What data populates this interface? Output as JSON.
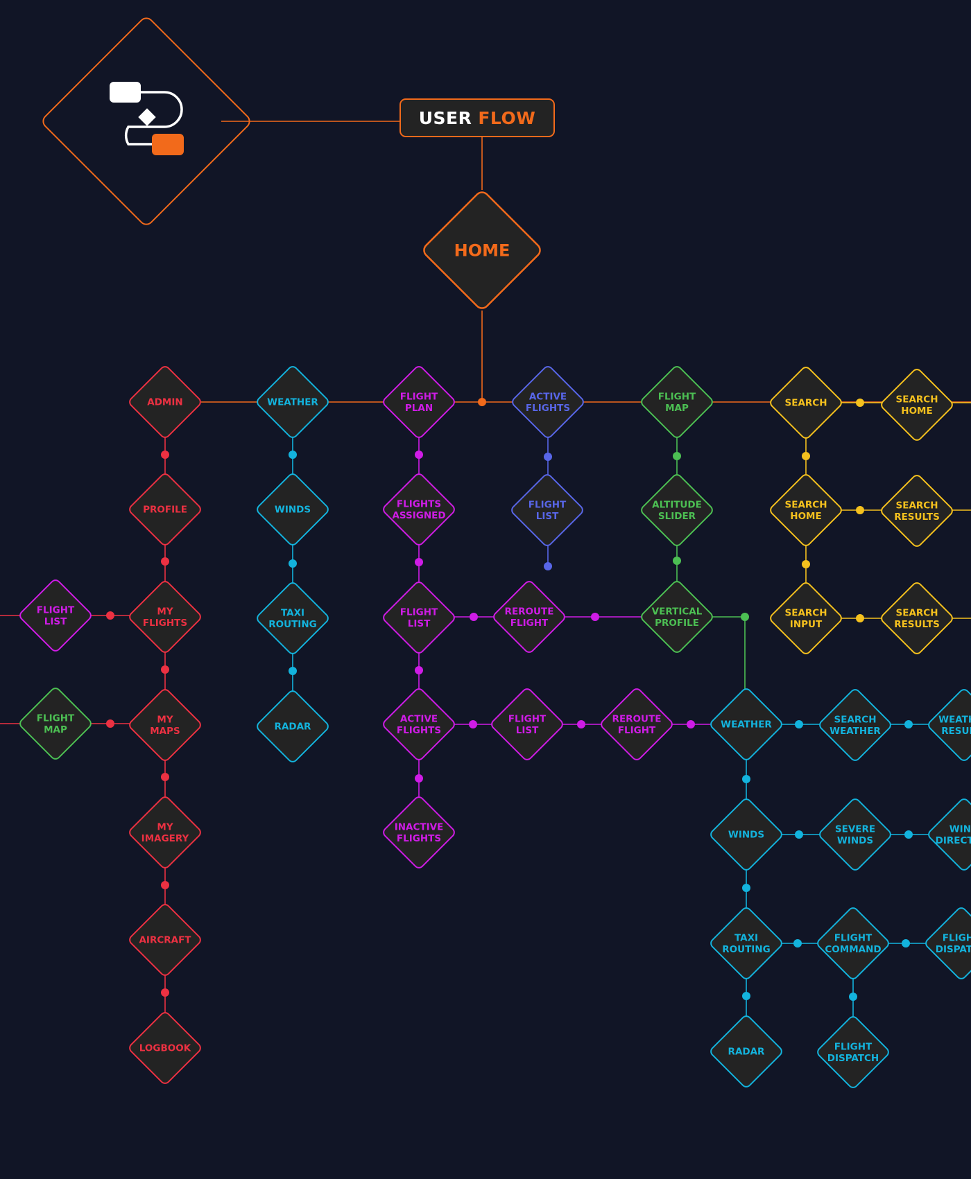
{
  "title": {
    "part1": "USER",
    "part2": "FLOW"
  },
  "colors": {
    "background": "#111526",
    "node_fill": "#232323",
    "orange": "#f26a1b",
    "red": "#ec3142",
    "cyan": "#13b3dd",
    "magenta": "#cf1ce6",
    "blue": "#5866e8",
    "green": "#4cbf53",
    "yellow": "#f5c11e"
  },
  "logo": {
    "icon": "user-flow-logo-icon"
  },
  "nodes": [
    {
      "id": "home",
      "label": [
        "HOME"
      ],
      "color": "orange"
    },
    {
      "id": "admin",
      "label": [
        "ADMIN"
      ],
      "color": "red"
    },
    {
      "id": "profile",
      "label": [
        "PROFILE"
      ],
      "color": "red"
    },
    {
      "id": "my-flights",
      "label": [
        "MY",
        "FLIGHTS"
      ],
      "color": "red"
    },
    {
      "id": "my-maps",
      "label": [
        "MY",
        "MAPS"
      ],
      "color": "red"
    },
    {
      "id": "my-imagery",
      "label": [
        "MY",
        "IMAGERY"
      ],
      "color": "red"
    },
    {
      "id": "aircraft",
      "label": [
        "AIRCRAFT"
      ],
      "color": "red"
    },
    {
      "id": "logbook",
      "label": [
        "LOGBOOK"
      ],
      "color": "red"
    },
    {
      "id": "admin-flight-list",
      "label": [
        "FLIGHT",
        "LIST"
      ],
      "color": "magenta"
    },
    {
      "id": "admin-flight-map",
      "label": [
        "FLIGHT",
        "MAP"
      ],
      "color": "green"
    },
    {
      "id": "weather",
      "label": [
        "WEATHER"
      ],
      "color": "cyan"
    },
    {
      "id": "winds",
      "label": [
        "WINDS"
      ],
      "color": "cyan"
    },
    {
      "id": "taxi-routing",
      "label": [
        "TAXI",
        "ROUTING"
      ],
      "color": "cyan"
    },
    {
      "id": "radar",
      "label": [
        "RADAR"
      ],
      "color": "cyan"
    },
    {
      "id": "flight-plan",
      "label": [
        "FLIGHT",
        "PLAN"
      ],
      "color": "magenta"
    },
    {
      "id": "flights-assigned",
      "label": [
        "FLIGHTS",
        "ASSIGNED"
      ],
      "color": "magenta"
    },
    {
      "id": "fp-flight-list",
      "label": [
        "FLIGHT",
        "LIST"
      ],
      "color": "magenta"
    },
    {
      "id": "fp-active-flights",
      "label": [
        "ACTIVE",
        "FLIGHTS"
      ],
      "color": "magenta"
    },
    {
      "id": "inactive-flights",
      "label": [
        "INACTIVE",
        "FLIGHTS"
      ],
      "color": "magenta"
    },
    {
      "id": "reroute-flight-1",
      "label": [
        "REROUTE",
        "FLIGHT"
      ],
      "color": "magenta"
    },
    {
      "id": "af-flight-list-2",
      "label": [
        "FLIGHT",
        "LIST"
      ],
      "color": "magenta"
    },
    {
      "id": "reroute-flight-2",
      "label": [
        "REROUTE",
        "FLIGHT"
      ],
      "color": "magenta"
    },
    {
      "id": "active-flights",
      "label": [
        "ACTIVE",
        "FLIGHTS"
      ],
      "color": "blue"
    },
    {
      "id": "af-flight-list",
      "label": [
        "FLIGHT",
        "LIST"
      ],
      "color": "blue"
    },
    {
      "id": "flight-map",
      "label": [
        "FLIGHT",
        "MAP"
      ],
      "color": "green"
    },
    {
      "id": "altitude-slider",
      "label": [
        "ALTITUDE",
        "SLIDER"
      ],
      "color": "green"
    },
    {
      "id": "vertical-profile",
      "label": [
        "VERTICAL",
        "PROFILE"
      ],
      "color": "green"
    },
    {
      "id": "search",
      "label": [
        "SEARCH"
      ],
      "color": "yellow"
    },
    {
      "id": "search-home-top",
      "label": [
        "SEARCH",
        "HOME"
      ],
      "color": "yellow"
    },
    {
      "id": "search-home",
      "label": [
        "SEARCH",
        "HOME"
      ],
      "color": "yellow"
    },
    {
      "id": "search-results-1",
      "label": [
        "SEARCH",
        "RESULTS"
      ],
      "color": "yellow"
    },
    {
      "id": "search-input",
      "label": [
        "SEARCH",
        "INPUT"
      ],
      "color": "yellow"
    },
    {
      "id": "search-results-2",
      "label": [
        "SEARCH",
        "RESULTS"
      ],
      "color": "yellow"
    },
    {
      "id": "weather-2",
      "label": [
        "WEATHER"
      ],
      "color": "cyan"
    },
    {
      "id": "search-weather",
      "label": [
        "SEARCH",
        "WEATHER"
      ],
      "color": "cyan"
    },
    {
      "id": "weather-results",
      "label": [
        "WEATHER",
        "RESULTS"
      ],
      "color": "cyan"
    },
    {
      "id": "winds-2",
      "label": [
        "WINDS"
      ],
      "color": "cyan"
    },
    {
      "id": "severe-winds",
      "label": [
        "SEVERE",
        "WINDS"
      ],
      "color": "cyan"
    },
    {
      "id": "wind-direction",
      "label": [
        "WIND",
        "DIRECTION"
      ],
      "color": "cyan"
    },
    {
      "id": "taxi-routing-2",
      "label": [
        "TAXI",
        "ROUTING"
      ],
      "color": "cyan"
    },
    {
      "id": "flight-command",
      "label": [
        "FLIGHT",
        "COMMAND"
      ],
      "color": "cyan"
    },
    {
      "id": "flight-dispatch-right",
      "label": [
        "FLIGHT",
        "DISPATCH"
      ],
      "color": "cyan"
    },
    {
      "id": "radar-2",
      "label": [
        "RADAR"
      ],
      "color": "cyan"
    },
    {
      "id": "flight-dispatch",
      "label": [
        "FLIGHT",
        "DISPATCH"
      ],
      "color": "cyan"
    }
  ]
}
